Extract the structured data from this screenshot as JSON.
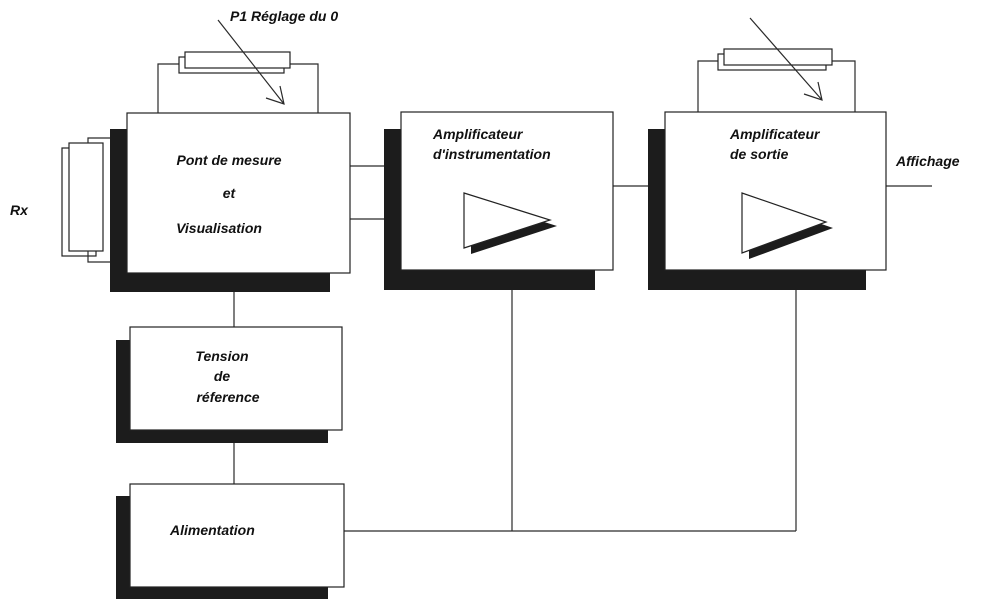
{
  "labels": {
    "p1": "P1 Réglage du 0",
    "rx": "Rx",
    "pont_line1": "Pont de mesure",
    "pont_line2": "et",
    "pont_line3": "Visualisation",
    "ampli_instr_line1": "Amplificateur",
    "ampli_instr_line2": "d'instrumentation",
    "ampli_sortie_line1": "Amplificateur",
    "ampli_sortie_line2": "de sortie",
    "affichage": "Affichage",
    "tension_line1": "Tension",
    "tension_line2": "de",
    "tension_line3": "réference",
    "alimentation": "Alimentation"
  },
  "colors": {
    "shadow": "#1c1c1c",
    "line": "#2a2a2a",
    "background": "#ffffff"
  }
}
